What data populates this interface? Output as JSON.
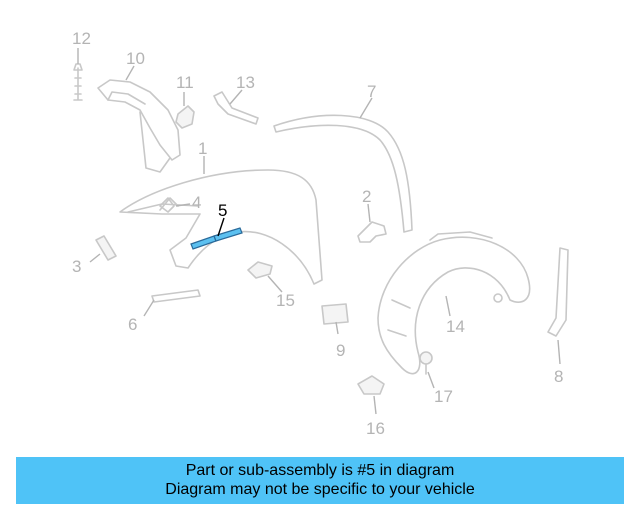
{
  "diagram": {
    "callouts": [
      {
        "id": "1",
        "label": "1"
      },
      {
        "id": "2",
        "label": "2"
      },
      {
        "id": "3",
        "label": "3"
      },
      {
        "id": "4",
        "label": "4"
      },
      {
        "id": "5",
        "label": "5"
      },
      {
        "id": "6",
        "label": "6"
      },
      {
        "id": "7",
        "label": "7"
      },
      {
        "id": "8",
        "label": "8"
      },
      {
        "id": "9",
        "label": "9"
      },
      {
        "id": "10",
        "label": "10"
      },
      {
        "id": "11",
        "label": "11"
      },
      {
        "id": "12",
        "label": "12"
      },
      {
        "id": "13",
        "label": "13"
      },
      {
        "id": "14",
        "label": "14"
      },
      {
        "id": "15",
        "label": "15"
      },
      {
        "id": "16",
        "label": "16"
      },
      {
        "id": "17",
        "label": "17"
      }
    ],
    "highlighted_part": "5",
    "highlight_color": "#5bc0f0"
  },
  "banner": {
    "line1": "Part or sub-assembly is #5 in diagram",
    "line2": "Diagram may not be specific to your vehicle",
    "background": "#4fc3f7"
  }
}
